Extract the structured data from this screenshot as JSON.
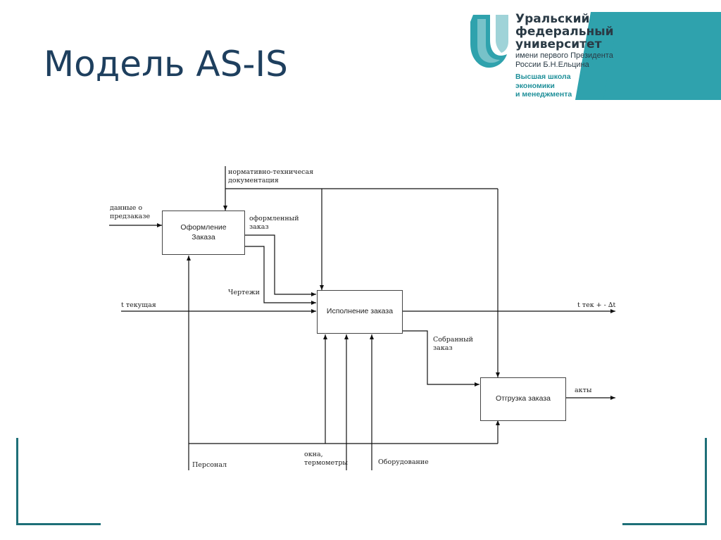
{
  "slide": {
    "title": "Модель AS-IS"
  },
  "logo": {
    "line1": "Уральский",
    "line2": "федеральный",
    "line3": "университет",
    "line4": "имени первого Президента",
    "line5": "России Б.Н.Ельцина",
    "line6": "Высшая школа",
    "line7": "экономики",
    "line8": "и менеджмента",
    "colors": {
      "teal": "#2fa2ad",
      "text": "#2a3a45"
    }
  },
  "diagram": {
    "boxes": {
      "order_form": {
        "line1": "Оформление",
        "line2": "Заказа"
      },
      "execution": "Исполнение заказа",
      "shipment": "Отгрузка заказа"
    },
    "labels": {
      "norm_doc_1": "нормативно-техничесая",
      "norm_doc_2": "документация",
      "predorder_1": "данные о",
      "predorder_2": "предзаказе",
      "formed_1": "оформленный",
      "formed_2": "заказ",
      "drawings": "Чертежи",
      "t_current": "t текущая",
      "t_result": "t тек + - ∆t",
      "assembled_1": "Собранный",
      "assembled_2": "заказ",
      "acts": "акты",
      "personnel": "Персонал",
      "windows_1": "окна,",
      "windows_2": "термометры",
      "equipment": "Оборудование"
    }
  }
}
